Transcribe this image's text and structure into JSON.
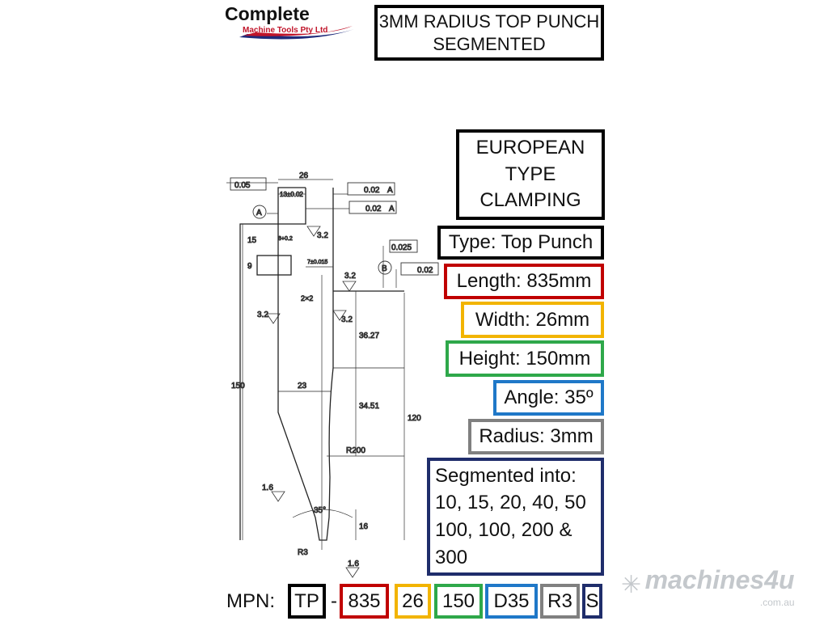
{
  "logo": {
    "line1": "Complete",
    "line2": "Machine Tools Pty Ltd"
  },
  "title": {
    "line1": "3MM RADIUS TOP PUNCH",
    "line2": "SEGMENTED"
  },
  "specs": {
    "clamping": [
      "EUROPEAN",
      "TYPE",
      "CLAMPING"
    ],
    "type": "Type: Top Punch",
    "length": "Length: 835mm",
    "width": "Width: 26mm",
    "height": "Height: 150mm",
    "angle": "Angle: 35º",
    "radius": "Radius: 3mm",
    "segmented": [
      "Segmented into:",
      "10, 15, 20, 40, 50",
      "100, 100, 200 &",
      "300"
    ]
  },
  "mpn": {
    "label": "MPN:",
    "dash": "-",
    "parts": [
      {
        "text": "TP",
        "color": "#000000"
      },
      {
        "text": "835",
        "color": "#c00000"
      },
      {
        "text": "26",
        "color": "#f2b400"
      },
      {
        "text": "150",
        "color": "#2ea84a"
      },
      {
        "text": "D35",
        "color": "#1f78c8"
      },
      {
        "text": "R3",
        "color": "#808080"
      },
      {
        "text": "S",
        "color": "#1f2d6b"
      }
    ]
  },
  "colors": {
    "length": "#c00000",
    "width": "#f2b400",
    "height": "#2ea84a",
    "angle": "#1f78c8",
    "radius": "#808080",
    "segmented": "#1f2d6b"
  },
  "drawing": {
    "dims": {
      "d26": "26",
      "d13": "13±0.02",
      "d15": "15",
      "d9": "9",
      "d8": "8+0.2",
      "d7": "7±0.015",
      "d2x2": "2×2",
      "d150": "150",
      "d3627": "36.27",
      "d3451": "34.51",
      "d120": "120",
      "d23": "23",
      "r200": "R200",
      "a35": "35°",
      "d16": "16",
      "r3": "R3"
    },
    "roughness": {
      "r1": "3.2",
      "r2": "3.2",
      "r3": "3.2",
      "r4": "3.2",
      "f1": "1.6",
      "f2": "1.6"
    },
    "tolerances": {
      "flat": "0.05",
      "par1": "0.02",
      "par1d": "A",
      "par2": "0.02",
      "par2d": "A",
      "straight": "0.025",
      "perp": "0.02",
      "datumA": "A",
      "datumB": "B"
    }
  },
  "watermark": {
    "brand": "machines4u",
    "domain": ".com.au"
  }
}
